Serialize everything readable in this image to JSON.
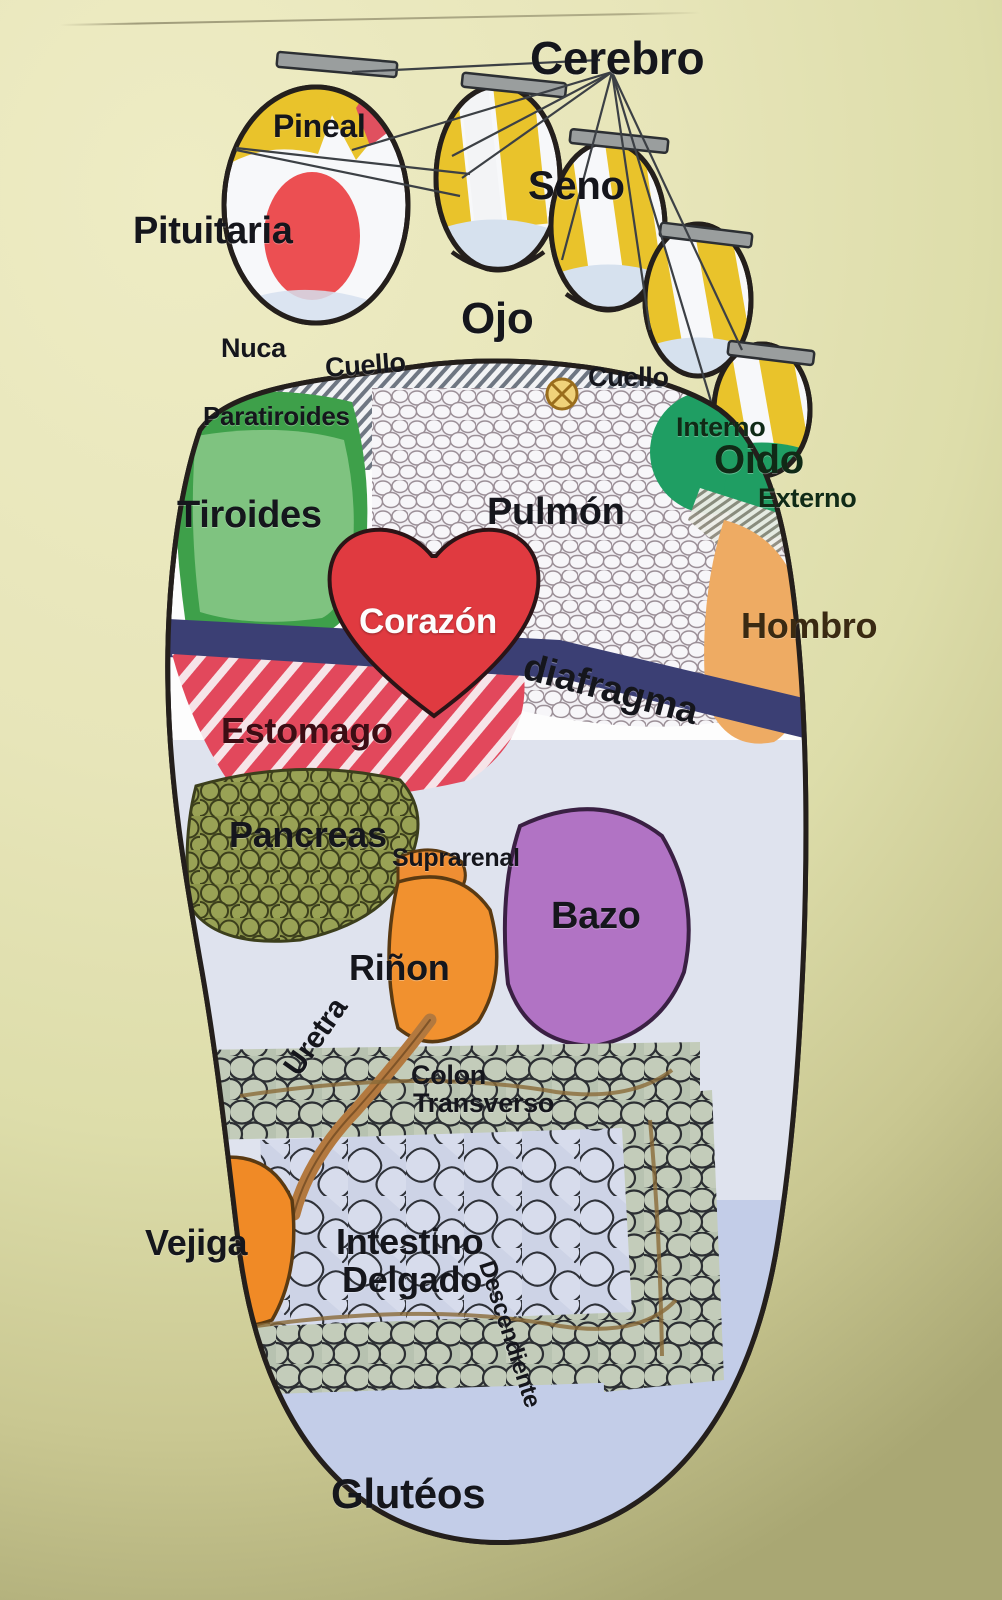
{
  "chart": {
    "title": "Mapa de reflexologia podal",
    "language": "es",
    "background_color": "#e7e5b9",
    "foot_fill": "#ffffff",
    "outline_color": "#241f1c"
  },
  "toes": [
    {
      "name": "toe-1-hallux",
      "nail_label": "",
      "zones": [
        "Pineal",
        "Pituitaria"
      ]
    },
    {
      "name": "toe-2",
      "nail_label": "",
      "zones": [
        "Cerebro"
      ]
    },
    {
      "name": "toe-3",
      "nail_label": "",
      "zones": [
        "Seno"
      ]
    },
    {
      "name": "toe-4",
      "nail_label": "",
      "zones": [
        "Seno"
      ]
    },
    {
      "name": "toe-5",
      "nail_label": "",
      "zones": [
        "Oido"
      ]
    }
  ],
  "labels": {
    "cerebro": "Cerebro",
    "pineal": "Pineal",
    "pituitaria": "Pituitaria",
    "seno": "Seno",
    "ojo": "Ojo",
    "nuca": "Nuca",
    "cuello_left": "Cuello",
    "cuello_right": "Cuello",
    "paratiroides": "Paratiroides",
    "tiroides": "Tiroides",
    "pulmon": "Pulmón",
    "corazon": "Corazón",
    "diafragma": "diafragma",
    "interno": "Interno",
    "oido": "Oido",
    "externo": "Externo",
    "hombro": "Hombro",
    "estomago": "Estomago",
    "pancreas": "Pancreas",
    "suprarenal": "Suprarenal",
    "bazo": "Bazo",
    "rinon": "Riñon",
    "uretra": "Uretra",
    "colon_transverso_l1": "Colon",
    "colon_transverso_l2": "Transverso",
    "descendiente": "Descendiente",
    "vejiga": "Vejiga",
    "intestino_l1": "Intestino",
    "intestino_l2": "Delgado",
    "gluteos": "Glutéos"
  },
  "regions": [
    {
      "id": "pineal",
      "label": "Pineal",
      "color": "#e9c32b",
      "shape": "toe-pad-stripe"
    },
    {
      "id": "pituitaria",
      "label": "Pituitaria",
      "color": "#ec4f52",
      "shape": "oval"
    },
    {
      "id": "cerebro",
      "label": "Cerebro",
      "color": "#e9c32b",
      "shape": "toe-tips"
    },
    {
      "id": "seno",
      "label": "Seno",
      "color": "#e9c32b",
      "shape": "toe-pads"
    },
    {
      "id": "ojo",
      "label": "Ojo",
      "color": "#1e9ed9",
      "shape": "circle"
    },
    {
      "id": "nuca",
      "label": "Nuca",
      "color": "#cfd4da",
      "shape": "hatched-band"
    },
    {
      "id": "cuello",
      "label": "Cuello",
      "color": "#cfd4da",
      "shape": "hatched-band"
    },
    {
      "id": "paratiroides",
      "label": "Paratiroides",
      "color": "#3ea04a",
      "shape": "rounded"
    },
    {
      "id": "tiroides",
      "label": "Tiroides",
      "color": "#69c06f",
      "shape": "rounded"
    },
    {
      "id": "pulmon",
      "label": "Pulmón",
      "color": "#eceaf0",
      "shape": "pebble-texture"
    },
    {
      "id": "corazon",
      "label": "Corazón",
      "color": "#e03a40",
      "shape": "heart"
    },
    {
      "id": "diafragma",
      "label": "diafragma",
      "color": "#3b3f74",
      "shape": "band"
    },
    {
      "id": "oido-interno",
      "label": "Interno",
      "color": "#1f9e63",
      "shape": "circle"
    },
    {
      "id": "oido-externo",
      "label": "Externo",
      "color": "#1f9e63",
      "shape": "circle"
    },
    {
      "id": "hombro",
      "label": "Hombro",
      "color": "#eeab63",
      "shape": "blob"
    },
    {
      "id": "estomago",
      "label": "Estomago",
      "color": "#e2485c",
      "shape": "diagonal-hatch"
    },
    {
      "id": "pancreas",
      "label": "Pancreas",
      "color": "#8a9348",
      "shape": "lobed"
    },
    {
      "id": "suprarenal",
      "label": "Suprarenal",
      "color": "#ef8e33",
      "shape": "cap"
    },
    {
      "id": "rinon",
      "label": "Riñon",
      "color": "#f1912f",
      "shape": "bean"
    },
    {
      "id": "bazo",
      "label": "Bazo",
      "color": "#b173c4",
      "shape": "bean"
    },
    {
      "id": "uretra",
      "label": "Uretra",
      "color": "#c08044",
      "shape": "tube"
    },
    {
      "id": "vejiga",
      "label": "Vejiga",
      "color": "#f08a26",
      "shape": "blob"
    },
    {
      "id": "colon-transverso",
      "label": "Colon Transverso",
      "color": "#b9c4b0",
      "shape": "segmented"
    },
    {
      "id": "colon-descendiente",
      "label": "Descendiente",
      "color": "#b9c4b0",
      "shape": "segmented"
    },
    {
      "id": "intestino-delgado",
      "label": "Intestino Delgado",
      "color": "#ccd2e4",
      "shape": "coiled"
    },
    {
      "id": "gluteos",
      "label": "Glutéos",
      "color": "#c3cde8",
      "shape": "heel"
    }
  ]
}
